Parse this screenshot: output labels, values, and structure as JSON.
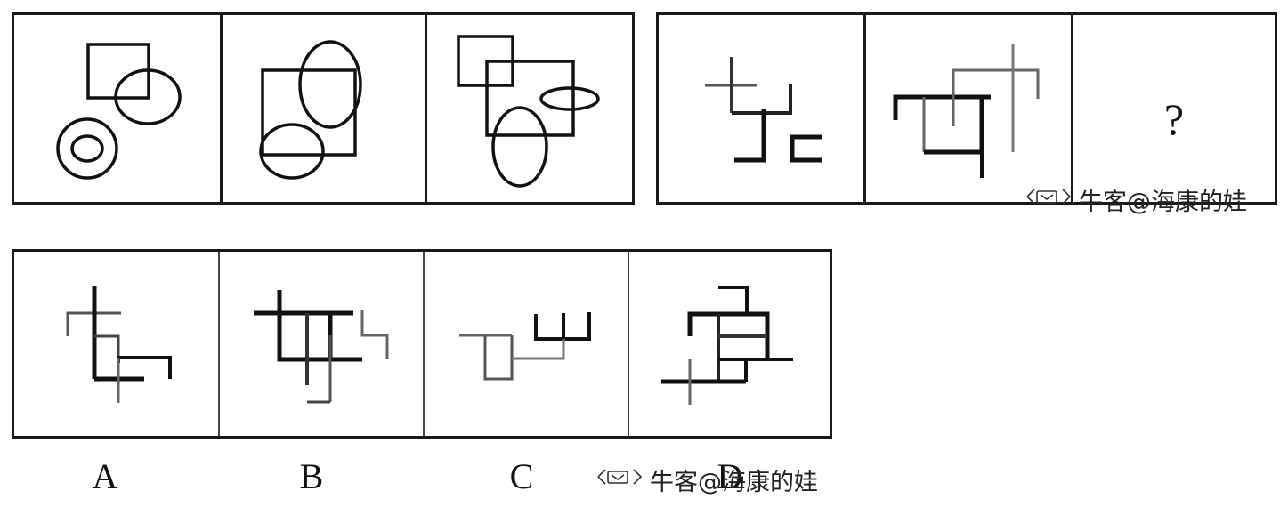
{
  "question_panel": {
    "unknown_mark": "?"
  },
  "options": [
    {
      "label": "A"
    },
    {
      "label": "B"
    },
    {
      "label": "C"
    },
    {
      "label": "D"
    }
  ],
  "watermark": {
    "text": "牛客@海康的娃",
    "logo_icon": "nowcoder-logo-icon"
  }
}
